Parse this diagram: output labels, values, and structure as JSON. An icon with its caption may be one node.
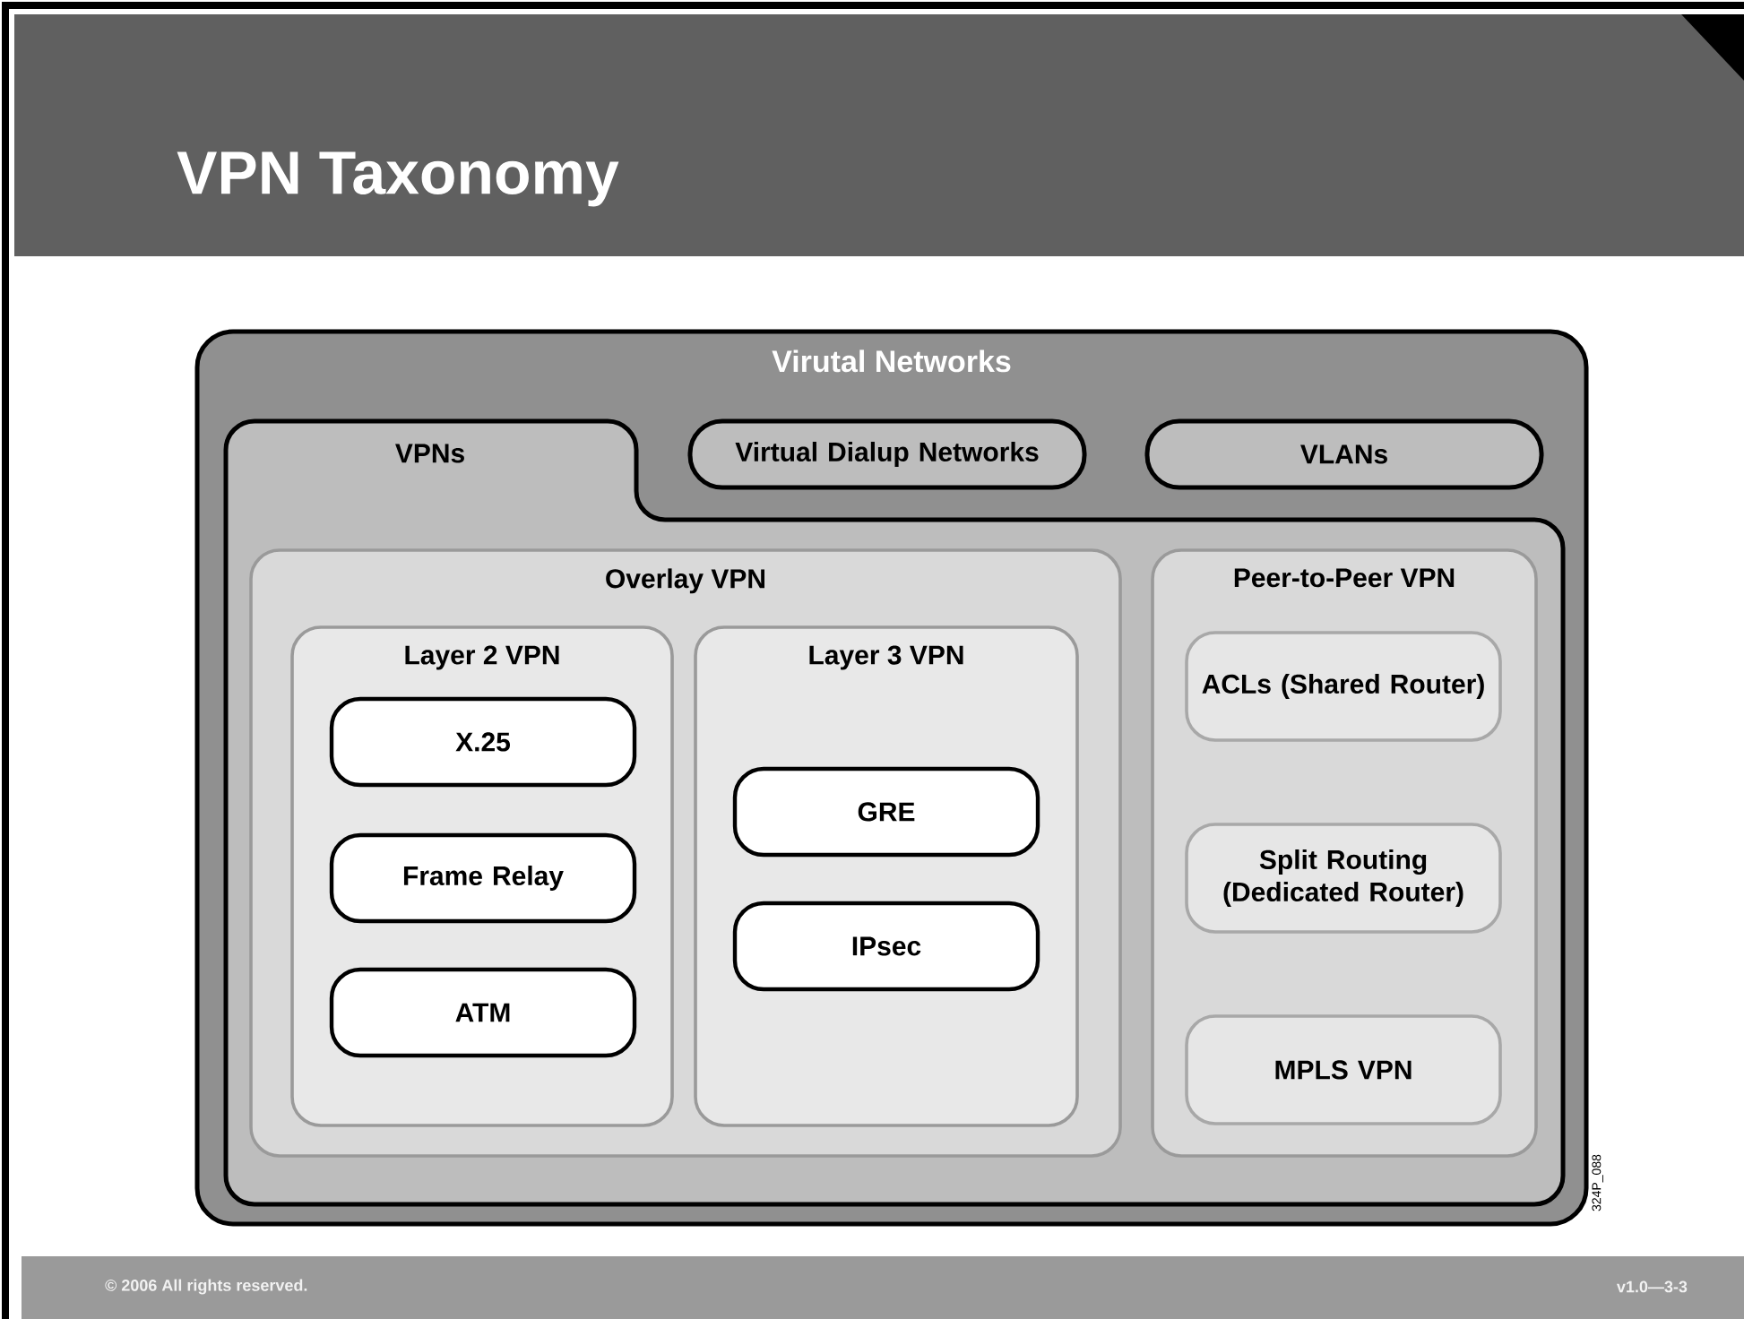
{
  "diagram": {
    "title": "VPN Taxonomy",
    "nodes": [
      {
        "text": [
          "Virutal Networks"
        ]
      },
      {
        "text": [
          "VPNs"
        ],
        "in": 0
      },
      {
        "text": [
          "Virtual Dialup Networks"
        ],
        "in": 0
      },
      {
        "text": [
          "VLANs"
        ],
        "in": 0
      },
      {
        "text": [
          "Overlay VPN"
        ],
        "in": 1
      },
      {
        "text": [
          "Layer 2 VPN"
        ],
        "in": 4
      },
      {
        "text": [
          "X.25"
        ],
        "in": 5
      },
      {
        "text": [
          "Frame Relay"
        ],
        "in": 5
      },
      {
        "text": [
          "ATM"
        ],
        "in": 5
      },
      {
        "text": [
          "Layer 3 VPN"
        ],
        "in": 4
      },
      {
        "text": [
          "GRE"
        ],
        "in": 9
      },
      {
        "text": [
          "IPsec"
        ],
        "in": 9
      },
      {
        "text": [
          "Peer-to-Peer VPN"
        ],
        "in": 1
      },
      {
        "text": [
          "ACLs (Shared Router)"
        ],
        "in": 12
      },
      {
        "text": [
          "Split Routing (Dedicated Router)"
        ],
        "in": 12
      },
      {
        "text": [
          "MPLS VPN"
        ],
        "in": 12
      }
    ],
    "labels": [
      "324P_088",
      "© 2006 All rights reserved.",
      "v1.0—3-3"
    ]
  }
}
